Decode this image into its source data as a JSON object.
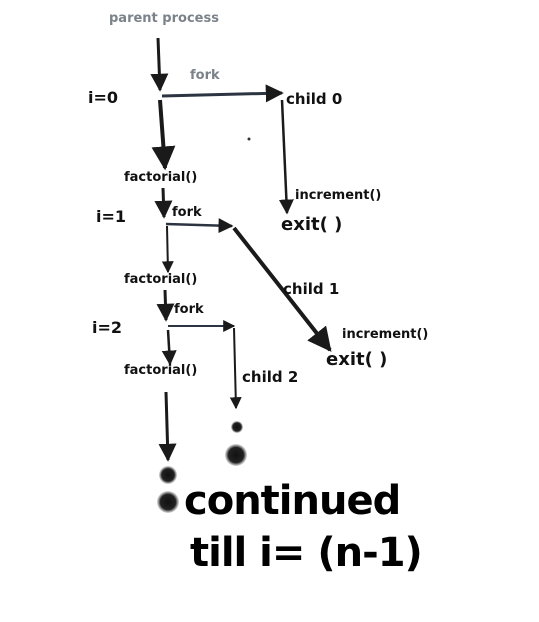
{
  "labels": {
    "parent_process": "parent process",
    "fork_0": "fork",
    "i0": "i=0",
    "child0": "child 0",
    "factorial_0": "factorial()",
    "increment_0": "increment()",
    "i1": "i=1",
    "fork_1": "fork",
    "exit_0": "exit( )",
    "factorial_1": "factorial()",
    "child1": "child 1",
    "fork_2": "fork",
    "i2": "i=2",
    "increment_1": "increment()",
    "exit_1": "exit( )",
    "factorial_2": "factorial()",
    "child2": "child 2",
    "continued": "continued",
    "till": "till i= (n-1)"
  },
  "colors": {
    "arrow": "#1a1a1a",
    "muted_text": "#7b828a",
    "text": "#111111"
  }
}
